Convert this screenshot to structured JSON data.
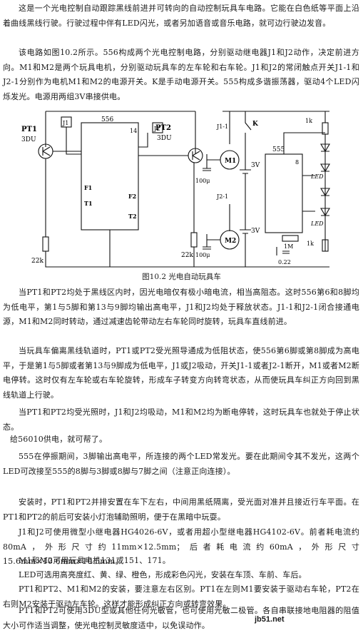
{
  "paragraphs": [
    "这是一个光电控制自动跟踪黑线前进并可转向的自动控制玩具车电路。它能在白色纸等平面上沿着曲线黑线行驶。行驶过程中伴有LED闪光，或者另加语音或音乐电路，就可边行驶边发音。",
    "该电路如图10.2所示。556构成两个光电控制电路，分别驱动继电器J1和J2动作，决定前进方向。M1和M2是两个玩具电机，分别驱动玩具车的左车轮和右车轮。J1和J2的常闭触点开关J1-1和J2-1分别作为电机M1和M2的电源开关。K是手动电源开关。555构成多谐振荡器，驱动4个LED闪烁发光。电源用两组3V串接供电。",
    "当PT1和PT2均处于黑线区内时，因光电暗仅有极小暗电流，相当高阻态。这时556第6和8脚均为低电平，第1与5脚和第13与9脚均输出高电平，J1和J2均处于释放状态。J1-1和J2-1闭合接通电源，M1和M2同时转动，通过减速齿轮带动左右车轮同时旋转，玩具车直线前进。",
    "当玩具车偏离黑线轨道时，PT1或PT2受光照导通成为低阻状态，使556第6脚或第8脚成为高电平，于是第1与5脚或者第13与9脚成为低电平，J1或J2吸动，开关J1-1或者J2-1断开，M1或者M2断电停转。这时仅有左车轮或右车轮旋转，形成车子转变方向转弯状态，从而使玩具车纠正方向回到黑线轨道上行驶。",
    "当PT1和PT2均受光照时，J1和J2均吸动，M1和M2均为断电停转，这时玩具车也就处于停止状态。",
    "给56010供电，就可帮了。",
    "555在停振期间，3脚输出高电平，所连接的两个LED常发光。要在此期间令其不发光，这两个LED可改接至555的8脚与3脚或8脚与7脚之间（注意正向连接）。",
    "安装时，PT1和PT2并排安置在车下左右，中间用黑纸隔离，受光面对准并且接近行车平面。在PT1和PT2的前后可安装小灯泡辅助照明，便于在黑暗中玩耍。",
    "J1和J2可使用微型小继电器HG4026-6V，或者用超小型继电器HG4102-6V。前者耗电流约80mA，外形尺寸约11mm×12.5mm；后者耗电流约60mA，外形尺寸15.6mm×10.6mm×10.5mm。",
    "M1和M2可用玩具电机131或151、171。",
    "LED可选用高亮度红、黄、绿、橙色，形成彩色闪光，安装在车顶、车前、车后。",
    "PT1和PT2、M1和M2的安装，要注意左右区别。PT1在左则M1要安装于驱动右车轮，PT2在右则M2安装于驱动左车轮。这样才能形成纠正方向或转弯效果。",
    "PT1和PT2可使用3DU型或其他任何光敏管，也可使用光敏二极管。各自串联接地电阻器的阻值大小可作适当调整，使光电控制灵敏度适中，以免误动作。"
  ],
  "figure": {
    "caption": "图10.2  光电自动玩具车",
    "labels": {
      "pt1": "PT1",
      "pt2": "PT2",
      "tdu1": "3DU",
      "tdu2": "3DU",
      "j1": "J1",
      "j2": "J2",
      "ic556": "556",
      "ic555": "555",
      "pin14": "14",
      "pin8": "8",
      "f1": "F1",
      "f2": "F2",
      "t1": "T1",
      "t2": "T2",
      "r22k_l": "22k",
      "r22k_r": "22k",
      "j11": "J1-1",
      "j21": "J2-1",
      "m1": "M1",
      "m2": "M2",
      "c100_1": "100μ",
      "c100_2": "100μ",
      "k": "K",
      "v3a": "3V",
      "v3b": "3V",
      "r1k_a": "1k",
      "r1k_b": "1k",
      "r1m": "1M",
      "c022": "0.22",
      "led_a": "LED",
      "led_b": "LED"
    }
  },
  "watermark": "jb51.net"
}
